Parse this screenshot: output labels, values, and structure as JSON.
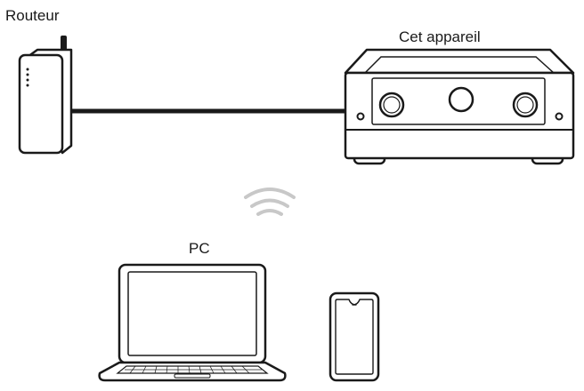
{
  "labels": {
    "router": "Routeur",
    "device": "Cet appareil",
    "pc": "PC"
  },
  "icons": {
    "router": "router-icon",
    "receiver": "av-receiver-icon",
    "wifi": "wifi-icon",
    "laptop": "laptop-icon",
    "smartphone": "smartphone-icon"
  },
  "colors": {
    "line": "#1a1a1a",
    "wifi": "#c8c8c8",
    "fill": "#ffffff"
  }
}
